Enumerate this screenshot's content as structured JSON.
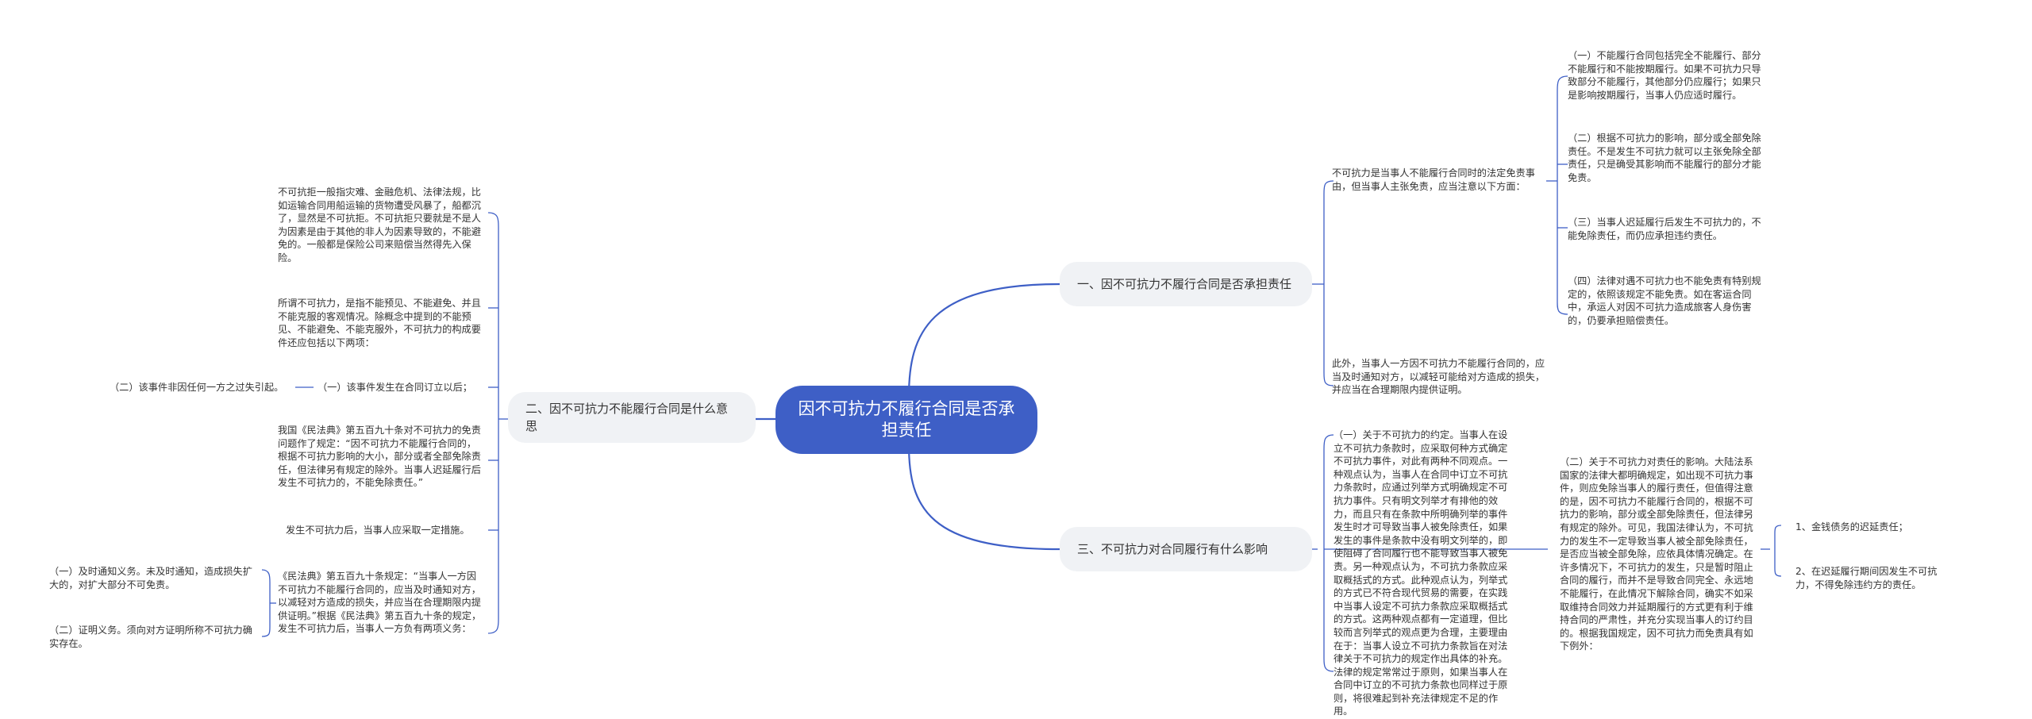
{
  "root": {
    "title": "因不可抗力不履行合同是否承担责任"
  },
  "branches": [
    {
      "id": "b1",
      "label": "一、因不可抗力不履行合同是否承担责任",
      "children": [
        {
          "text": "不可抗力是当事人不能履行合同时的法定免责事由，但当事人主张免责，应当注意以下方面：",
          "children": [
            "（一）不能履行合同包括完全不能履行、部分不能履行和不能按期履行。如果不可抗力只导致部分不能履行，其他部分仍应履行；如果只是影响按期履行，当事人仍应适时履行。",
            "（二）根据不可抗力的影响，部分或全部免除责任。不是发生不可抗力就可以主张免除全部责任，只是确受其影响而不能履行的部分才能免责。",
            "（三）当事人迟延履行后发生不可抗力的，不能免除责任，而仍应承担违约责任。",
            "（四）法律对遇不可抗力也不能免责有特别规定的，依照该规定不能免责。如在客运合同中，承运人对因不可抗力造成旅客人身伤害的，仍要承担赔偿责任。"
          ]
        },
        {
          "text": "此外，当事人一方因不可抗力不能履行合同的，应当及时通知对方，以减轻可能给对方造成的损失，并应当在合理期限内提供证明。",
          "children": []
        }
      ]
    },
    {
      "id": "b2",
      "label": "二、因不可抗力不能履行合同是什么意思",
      "children": [
        {
          "text": "不可抗拒一般指灾难、金融危机、法律法规，比如运输合同用船运输的货物遭受风暴了，船都沉了，显然是不可抗拒。不可抗拒只要就是不是人为因素是由于其他的非人为因素导致的，不能避免的。一般都是保险公司来赔偿当然得先入保险。",
          "children": []
        },
        {
          "text": "所谓不可抗力，是指不能预见、不能避免、并且不能克服的客观情况。除概念中提到的不能预见、不能避免、不能克服外，不可抗力的构成要件还应包括以下两项：",
          "children": []
        },
        {
          "text": "（一）该事件发生在合同订立以后；",
          "children": [
            "（二）该事件非因任何一方之过失引起。"
          ]
        },
        {
          "text": "我国《民法典》第五百九十条对不可抗力的免责问题作了规定：“因不可抗力不能履行合同的，根据不可抗力影响的大小，部分或者全部免除责任，但法律另有规定的除外。当事人迟延履行后发生不可抗力的，不能免除责任。”",
          "children": []
        },
        {
          "text": "发生不可抗力后，当事人应采取一定措施。",
          "children": []
        },
        {
          "text": "《民法典》第五百九十条规定：“当事人一方因不可抗力不能履行合同的，应当及时通知对方，以减轻对方造成的损失，并应当在合理期限内提供证明。”根据《民法典》第五百九十条的规定，发生不可抗力后，当事人一方负有两项义务：",
          "children": [
            "（一）及时通知义务。未及时通知，造成损失扩大的，对扩大部分不可免责。",
            "（二）证明义务。须向对方证明所称不可抗力确实存在。"
          ]
        }
      ]
    },
    {
      "id": "b3",
      "label": "三、不可抗力对合同履行有什么影响",
      "children": [
        {
          "text": "（一）关于不可抗力的约定。当事人在设立不可抗力条款时，应采取何种方式确定不可抗力事件，对此有两种不同观点。一种观点认为，当事人在合同中订立不可抗力条款时，应通过列举方式明确规定不可抗力事件。只有明文列举才有排他的效力，而且只有在条款中所明确列举的事件发生时才可导致当事人被免除责任，如果发生的事件是条款中没有明文列举的，即使阻碍了合同履行也不能导致当事人被免责。另一种观点认为，不可抗力条款应采取概括式的方式。此种观点认为，列举式的方式已不符合现代贸易的需要，在实践中当事人设定不可抗力条款应采取概括式的方式。这两种观点都有一定道理，但比较而言列举式的观点更为合理，主要理由在于：当事人设立不可抗力条款旨在对法律关于不可抗力的规定作出具体的补充。法律的规定常常过于原则，如果当事人在合同中订立的不可抗力条款也同样过于原则，将很难起到补充法律规定不足的作用。",
          "children": []
        },
        {
          "text": "（二）关于不可抗力对责任的影响。大陆法系国家的法律大都明确规定，如出现不可抗力事件，则应免除当事人的履行责任，但值得注意的是，因不可抗力不能履行合同的，根据不可抗力的影响，部分或全部免除责任，但法律另有规定的除外。可见，我国法律认为，不可抗力的发生不一定导致当事人被全部免除责任，是否应当被全部免除，应依具体情况确定。在许多情况下，不可抗力的发生，只是暂时阻止合同的履行，而并不是导致合同完全、永远地不能履行，在此情况下解除合同，确实不如采取维持合同效力并延期履行的方式更有利于维持合同的严肃性，并充分实现当事人的订约目的。根据我国规定，因不可抗力而免责具有如下例外：",
          "children": [
            "1、金钱债务的迟延责任；",
            "2、在迟延履行期间因发生不可抗力，不得免除违约方的责任。"
          ]
        }
      ]
    }
  ]
}
